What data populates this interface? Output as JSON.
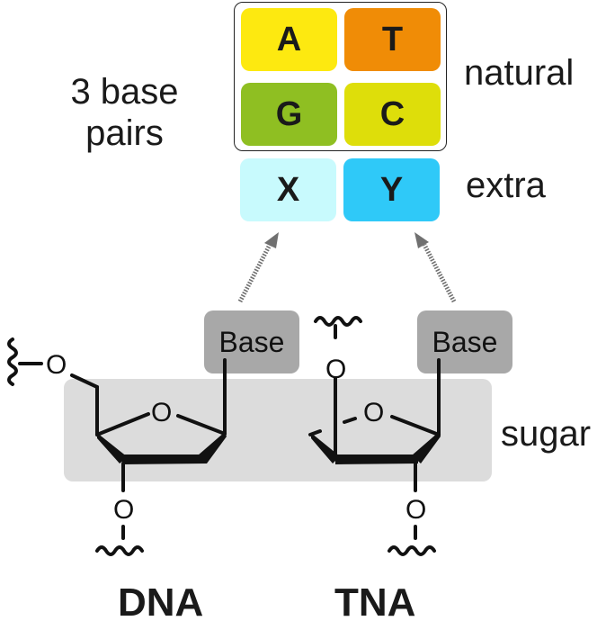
{
  "title_left": {
    "line1": "3 base",
    "line2": "pairs"
  },
  "natural_label": "natural",
  "extra_label": "extra",
  "sugar_label": "sugar",
  "bases": {
    "natural": [
      {
        "letter": "A",
        "color": "#fde910"
      },
      {
        "letter": "T",
        "color": "#f08c06"
      },
      {
        "letter": "G",
        "color": "#8fbf22"
      },
      {
        "letter": "C",
        "color": "#dede0a"
      }
    ],
    "extra": [
      {
        "letter": "X",
        "color": "#c8fafd"
      },
      {
        "letter": "Y",
        "color": "#2fc9f8"
      }
    ]
  },
  "base_box_label": "Base",
  "atom_label": "O",
  "molecules": [
    {
      "name": "DNA"
    },
    {
      "name": "TNA"
    }
  ],
  "colors": {
    "sugar_band": "#dcdcdc",
    "base_box": "#a8a8a8",
    "arrow": "#707070",
    "bond": "#111111"
  }
}
